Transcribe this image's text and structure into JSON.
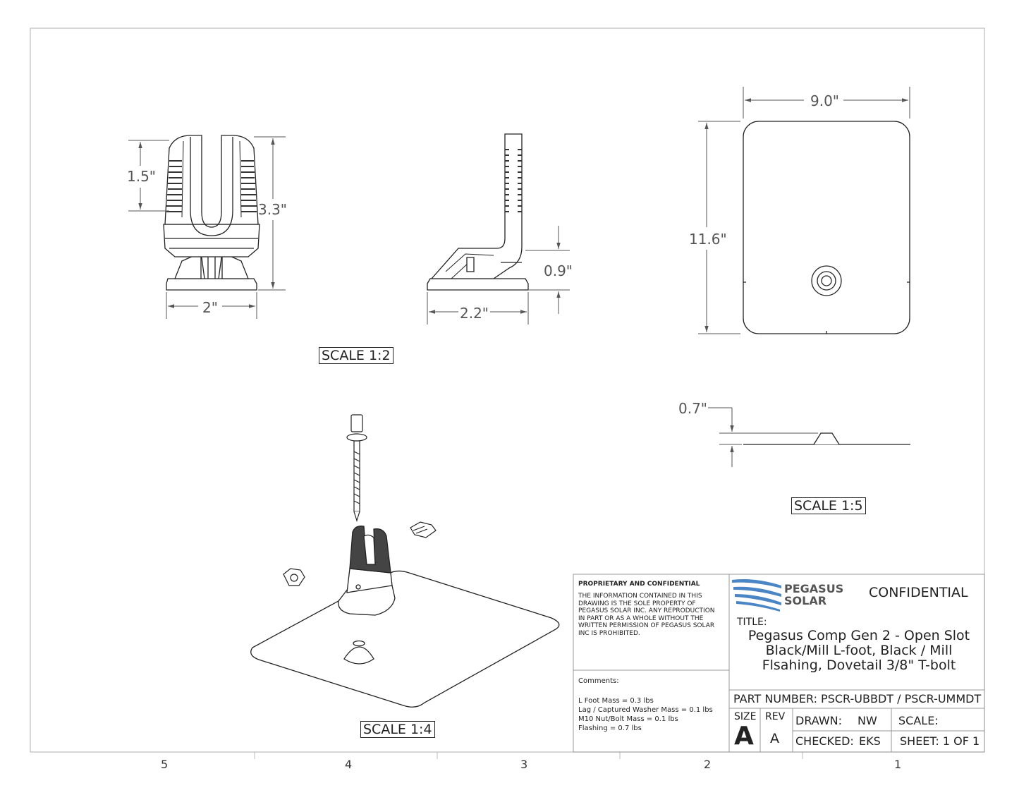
{
  "dimensions": {
    "front_height_slot": "1.5\"",
    "front_height_total": "3.3\"",
    "front_width": "2\"",
    "side_depth": "2.2\"",
    "side_base_height": "0.9\"",
    "flashing_width": "9.0\"",
    "flashing_height": "11.6\"",
    "flashing_profile_height": "0.7\""
  },
  "scales": {
    "views_top": "SCALE 1:2",
    "flashing_profile": "SCALE 1:5",
    "isometric": "SCALE 1:4"
  },
  "zones": [
    "5",
    "4",
    "3",
    "2",
    "1"
  ],
  "title_block": {
    "proprietary_heading": "PROPRIETARY AND CONFIDENTIAL",
    "proprietary_text": "THE INFORMATION CONTAINED IN THIS DRAWING IS THE SOLE PROPERTY OF PEGASUS SOLAR INC. ANY REPRODUCTION IN PART OR AS A WHOLE WITHOUT THE WRITTEN PERMISSION OF PEGASUS SOLAR INC IS PROHIBITED.",
    "comments_label": "Comments:",
    "comments": [
      "L Foot Mass = 0.3 lbs",
      "Lag / Captured Washer Mass = 0.1 lbs",
      "M10 Nut/Bolt Mass = 0.1 lbs",
      "Flashing = 0.7 lbs"
    ],
    "logo_line1": "PEGASUS",
    "logo_line2": "SOLAR",
    "confidential": "CONFIDENTIAL",
    "title_label": "TITLE:",
    "title": "Pegasus Comp Gen 2  - Open Slot Black/Mill L-foot, Black / Mill Flsahing, Dovetail 3/8\" T-bolt",
    "part_number": "PART NUMBER: PSCR-UBBDT / PSCR-UMMDT",
    "size_label": "SIZE",
    "size_value": "A",
    "rev_label": "REV",
    "rev_value": "A",
    "drawn": "DRAWN:",
    "drawn_value": "NW",
    "scale_label": "SCALE:",
    "checked": "CHECKED:",
    "checked_value": "EKS",
    "sheet": "SHEET: 1 OF 1"
  },
  "colors": {
    "line": "#222222",
    "dim_line": "#555555",
    "part_fill": "#d9d9d9",
    "part_dark": "#333333",
    "logo_blue": "#4a86c5",
    "logo_text": "#555555"
  }
}
